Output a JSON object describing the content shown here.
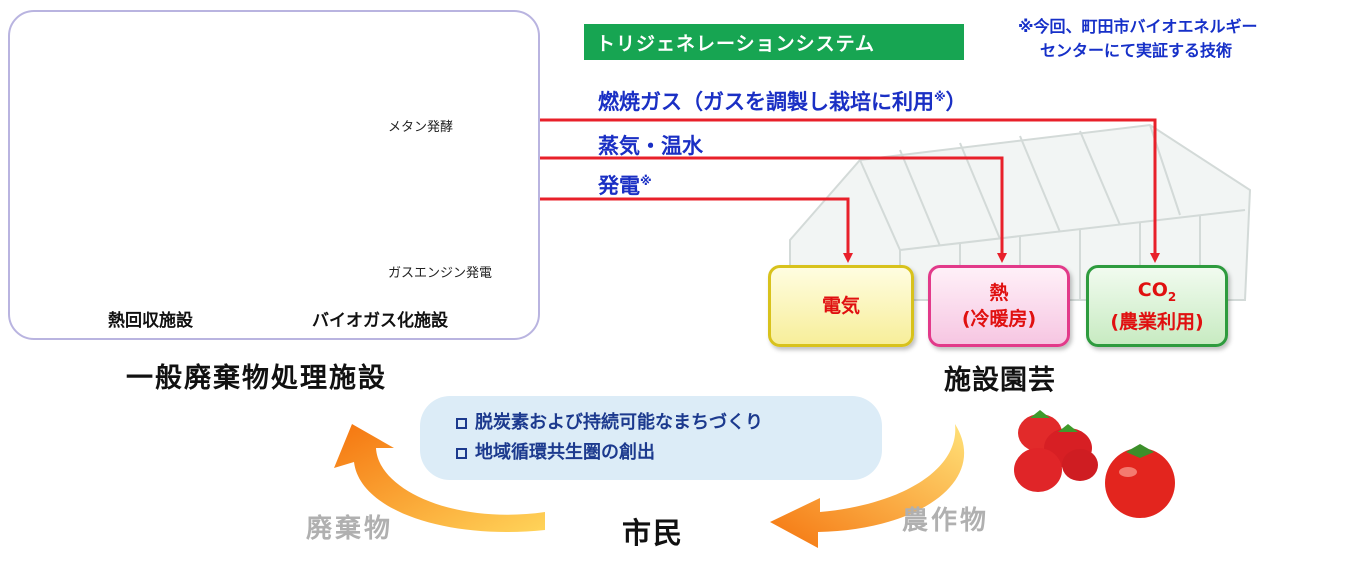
{
  "system_label": "トリジェネレーションシステム",
  "note": {
    "line1": "※今回、町田市バイオエネルギー",
    "line2": "センターにて実証する技術"
  },
  "flows": {
    "combustion_gas": "燃焼ガス（ガスを調製し栽培に利用",
    "combustion_gas_mark": "※",
    "combustion_gas_close": "）",
    "steam": "蒸気・温水",
    "power": "発電",
    "power_mark": "※"
  },
  "facility": {
    "title": "一般廃棄物処理施設",
    "heat_recovery": "熱回収施設",
    "biogas": "バイオガス化施設",
    "methane": "メタン発酵",
    "gas_engine": "ガスエンジン発電"
  },
  "outputs": {
    "electricity": "電気",
    "heat": "熱",
    "heat_sub": "(冷暖房)",
    "co2_prefix": "CO",
    "co2_subscript": "2",
    "co2_sub": "(農業利用)"
  },
  "horticulture": "施設園芸",
  "benefits": [
    "脱炭素および持続可能なまちづくり",
    "地域循環共生圏の創出"
  ],
  "cycle": {
    "citizen": "市民",
    "waste": "廃棄物",
    "produce": "農作物"
  },
  "colors": {
    "flow_line": "#e8202a",
    "label_blue": "#1a2fc4",
    "badge_green": "#17a552",
    "cycle_arrow": "#f6941e"
  }
}
